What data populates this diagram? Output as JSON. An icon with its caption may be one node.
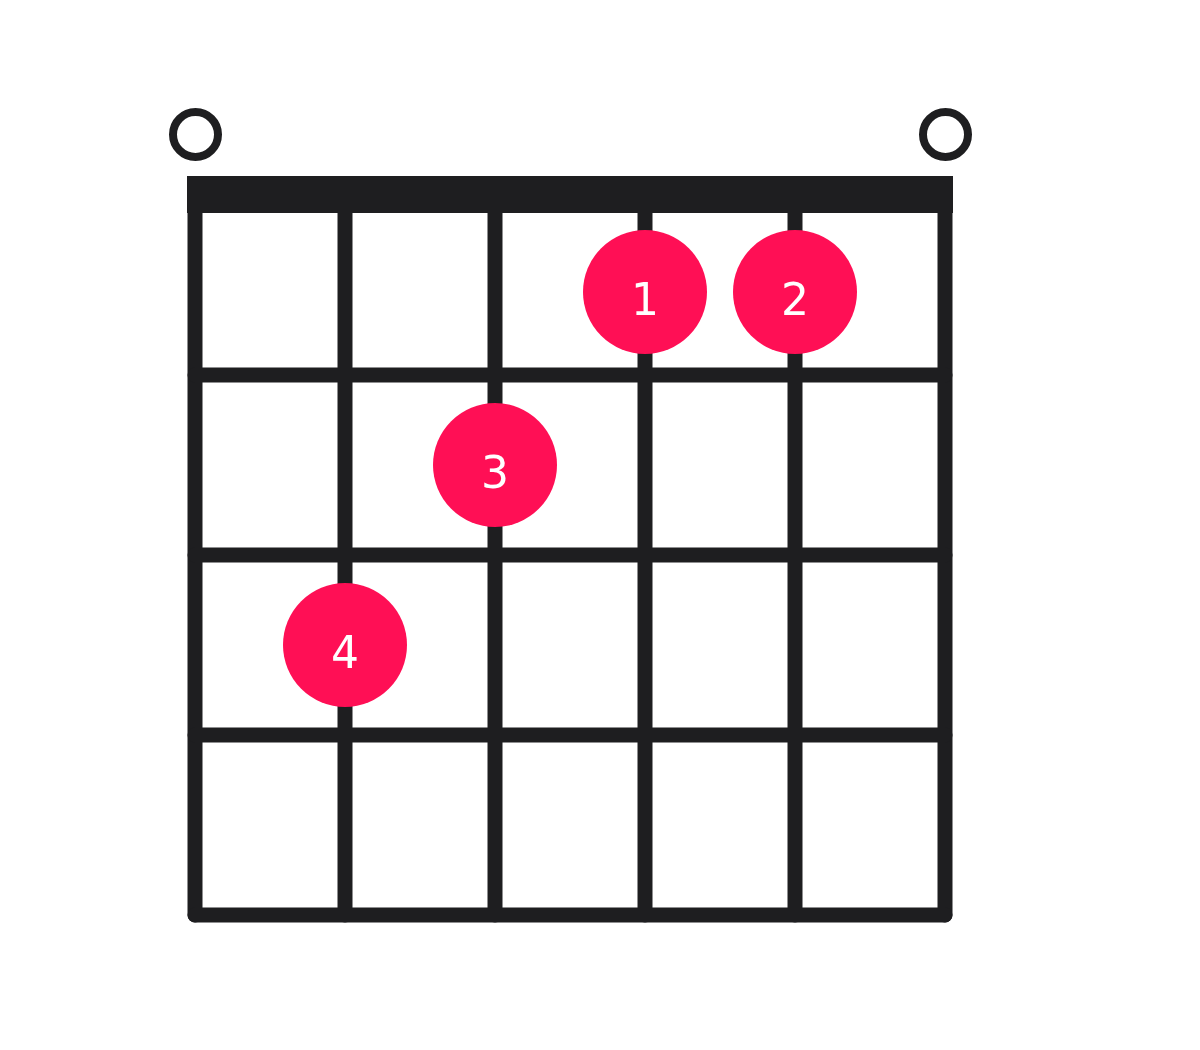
{
  "diagram": {
    "nodes": [
      {
        "text": [],
        "shape": "circle"
      },
      {
        "text": [],
        "shape": "circle"
      },
      {
        "text": [
          "1"
        ]
      },
      {
        "text": [
          "2"
        ]
      },
      {
        "text": [
          "3"
        ]
      },
      {
        "text": [
          "4"
        ]
      }
    ]
  }
}
